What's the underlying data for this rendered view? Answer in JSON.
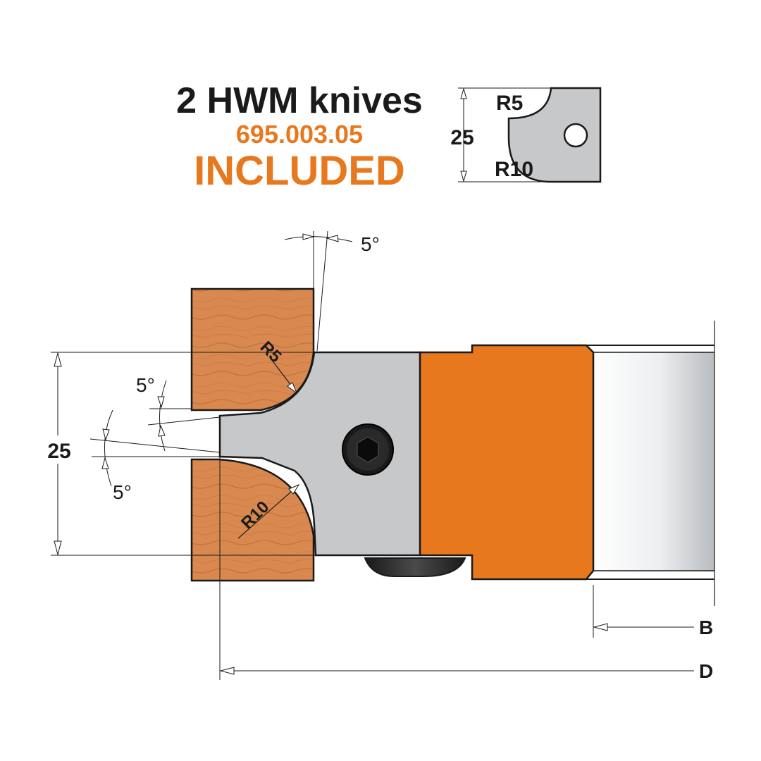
{
  "header": {
    "title": "2 HWM knives",
    "code": "695.003.05",
    "included": "INCLUDED"
  },
  "knife_profile": {
    "radius_top": "R5",
    "radius_bottom": "R10",
    "height": "25"
  },
  "main_drawing": {
    "angle_top": "5°",
    "angle_mid": "5°",
    "angle_low": "5°",
    "height": "25",
    "radius_top": "R5",
    "radius_bottom": "R10",
    "dim_b": "B",
    "dim_d": "D"
  },
  "colors": {
    "orange": "#e8781e",
    "wood": "#d9894f",
    "steel": "#c6c8ca",
    "black": "#1a1a1a"
  }
}
